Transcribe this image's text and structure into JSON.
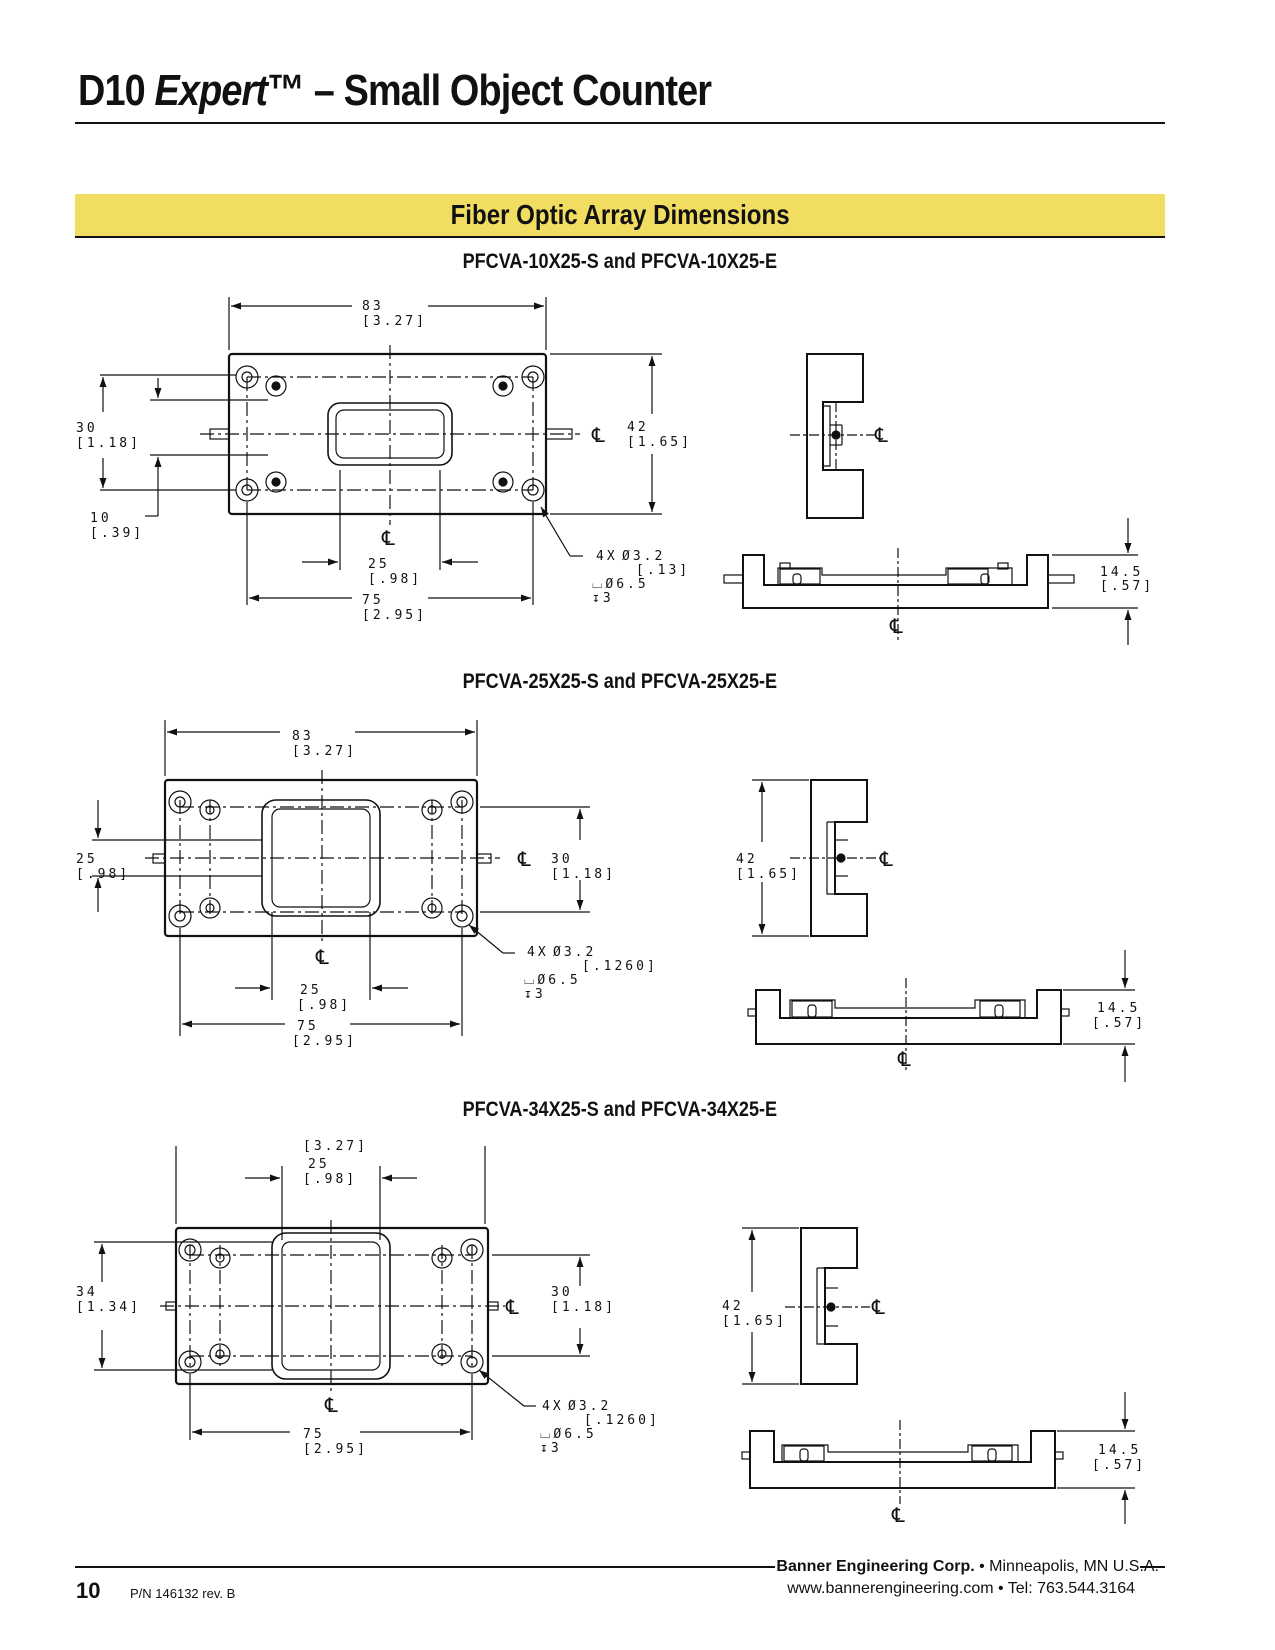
{
  "header": {
    "title_part1": "D10 ",
    "title_italic": "Expert",
    "title_part2": "™ – Small Object Counter"
  },
  "section": {
    "title": "Fiber Optic Array Dimensions"
  },
  "drawings": [
    {
      "title": "PFCVA-10X25-S and PFCVA-10X25-E",
      "dims": {
        "overall_w": "83",
        "overall_w_in": "[3.27]",
        "height": "42",
        "height_in": "[1.65]",
        "hole_v": "30",
        "hole_v_in": "[1.18]",
        "edge": "10",
        "edge_in": "[.39]",
        "window": "25",
        "window_in": "[.98]",
        "hole_h": "75",
        "hole_h_in": "[2.95]",
        "hole_count": "4X",
        "hole_dia": "Ø3.2",
        "hole_dia_in": "[.13]",
        "cbore": "⌴Ø6.5",
        "depth": "↧3",
        "thickness": "14.5",
        "thickness_in": "[.57]",
        "centerline": "℄"
      }
    },
    {
      "title": "PFCVA-25X25-S and PFCVA-25X25-E",
      "dims": {
        "overall_w": "83",
        "overall_w_in": "[3.27]",
        "window_v": "25",
        "window_v_in": "[.98]",
        "hole_v": "30",
        "hole_v_in": "[1.18]",
        "window": "25",
        "window_in": "[.98]",
        "hole_h": "75",
        "hole_h_in": "[2.95]",
        "hole_count": "4X",
        "hole_dia": "Ø3.2",
        "hole_dia_in": "[.1260]",
        "cbore": "⌴Ø6.5",
        "depth": "↧3",
        "height": "42",
        "height_in": "[1.65]",
        "thickness": "14.5",
        "thickness_in": "[.57]",
        "centerline": "℄"
      }
    },
    {
      "title": "PFCVA-34X25-S and PFCVA-34X25-E",
      "dims": {
        "overall_w_in": "[3.27]",
        "window": "25",
        "window_in": "[.98]",
        "window_v": "34",
        "window_v_in": "[1.34]",
        "hole_v": "30",
        "hole_v_in": "[1.18]",
        "hole_h": "75",
        "hole_h_in": "[2.95]",
        "hole_count": "4X",
        "hole_dia": "Ø3.2",
        "hole_dia_in": "[.1260]",
        "cbore": "⌴Ø6.5",
        "depth": "↧3",
        "height": "42",
        "height_in": "[1.65]",
        "thickness": "14.5",
        "thickness_in": "[.57]",
        "centerline": "℄"
      }
    }
  ],
  "footer": {
    "page_number": "10",
    "part_number": "P/N 146132 rev. B",
    "company": "Banner Engineering Corp.",
    "location": " • Minneapolis, MN U.S.A.",
    "website": "www.bannerengineering.com",
    "separator": " • ",
    "phone": "Tel: 763.544.3164"
  }
}
